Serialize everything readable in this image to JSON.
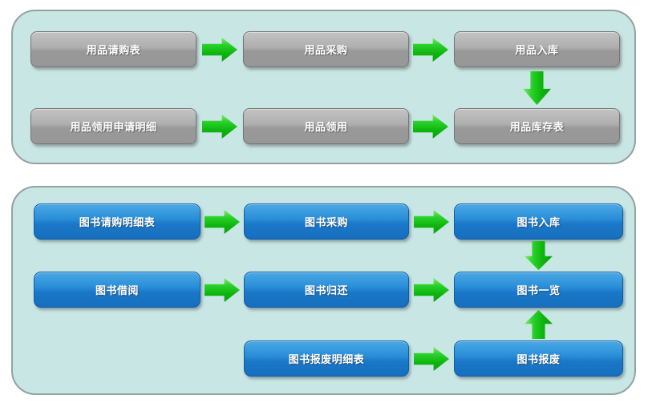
{
  "diagram": {
    "colors": {
      "panel_background": "#c8e6e4",
      "panel_border": "#93a2a2",
      "gray_node": "#9c9c9c",
      "blue_node": "#1b7ccb",
      "arrow_green": "#17c417",
      "node_text": "#ffffff"
    },
    "panels": [
      {
        "id": "supplies-flow",
        "node_style": "gray",
        "nodes": [
          {
            "id": "supplies-request-form",
            "label": "用品请购表"
          },
          {
            "id": "supplies-purchase",
            "label": "用品采购"
          },
          {
            "id": "supplies-inbound",
            "label": "用品入库"
          },
          {
            "id": "supplies-claim-detail",
            "label": "用品领用申请明细"
          },
          {
            "id": "supplies-claim",
            "label": "用品领用"
          },
          {
            "id": "supplies-inventory",
            "label": "用品库存表"
          }
        ],
        "edges": [
          {
            "from": "supplies-request-form",
            "to": "supplies-purchase",
            "direction": "right"
          },
          {
            "from": "supplies-purchase",
            "to": "supplies-inbound",
            "direction": "right"
          },
          {
            "from": "supplies-inbound",
            "to": "supplies-inventory",
            "direction": "down"
          },
          {
            "from": "supplies-claim-detail",
            "to": "supplies-claim",
            "direction": "right"
          },
          {
            "from": "supplies-claim",
            "to": "supplies-inventory",
            "direction": "right"
          }
        ]
      },
      {
        "id": "books-flow",
        "node_style": "blue",
        "nodes": [
          {
            "id": "book-request-detail",
            "label": "图书请购明细表"
          },
          {
            "id": "book-purchase",
            "label": "图书采购"
          },
          {
            "id": "book-inbound",
            "label": "图书入库"
          },
          {
            "id": "book-borrow",
            "label": "图书借阅"
          },
          {
            "id": "book-return",
            "label": "图书归还"
          },
          {
            "id": "book-overview",
            "label": "图书一览"
          },
          {
            "id": "book-scrap-detail",
            "label": "图书报废明细表"
          },
          {
            "id": "book-scrap",
            "label": "图书报废"
          }
        ],
        "edges": [
          {
            "from": "book-request-detail",
            "to": "book-purchase",
            "direction": "right"
          },
          {
            "from": "book-purchase",
            "to": "book-inbound",
            "direction": "right"
          },
          {
            "from": "book-inbound",
            "to": "book-overview",
            "direction": "down"
          },
          {
            "from": "book-borrow",
            "to": "book-return",
            "direction": "right"
          },
          {
            "from": "book-return",
            "to": "book-overview",
            "direction": "right"
          },
          {
            "from": "book-scrap-detail",
            "to": "book-scrap",
            "direction": "right"
          },
          {
            "from": "book-scrap",
            "to": "book-overview",
            "direction": "up"
          }
        ]
      }
    ]
  }
}
